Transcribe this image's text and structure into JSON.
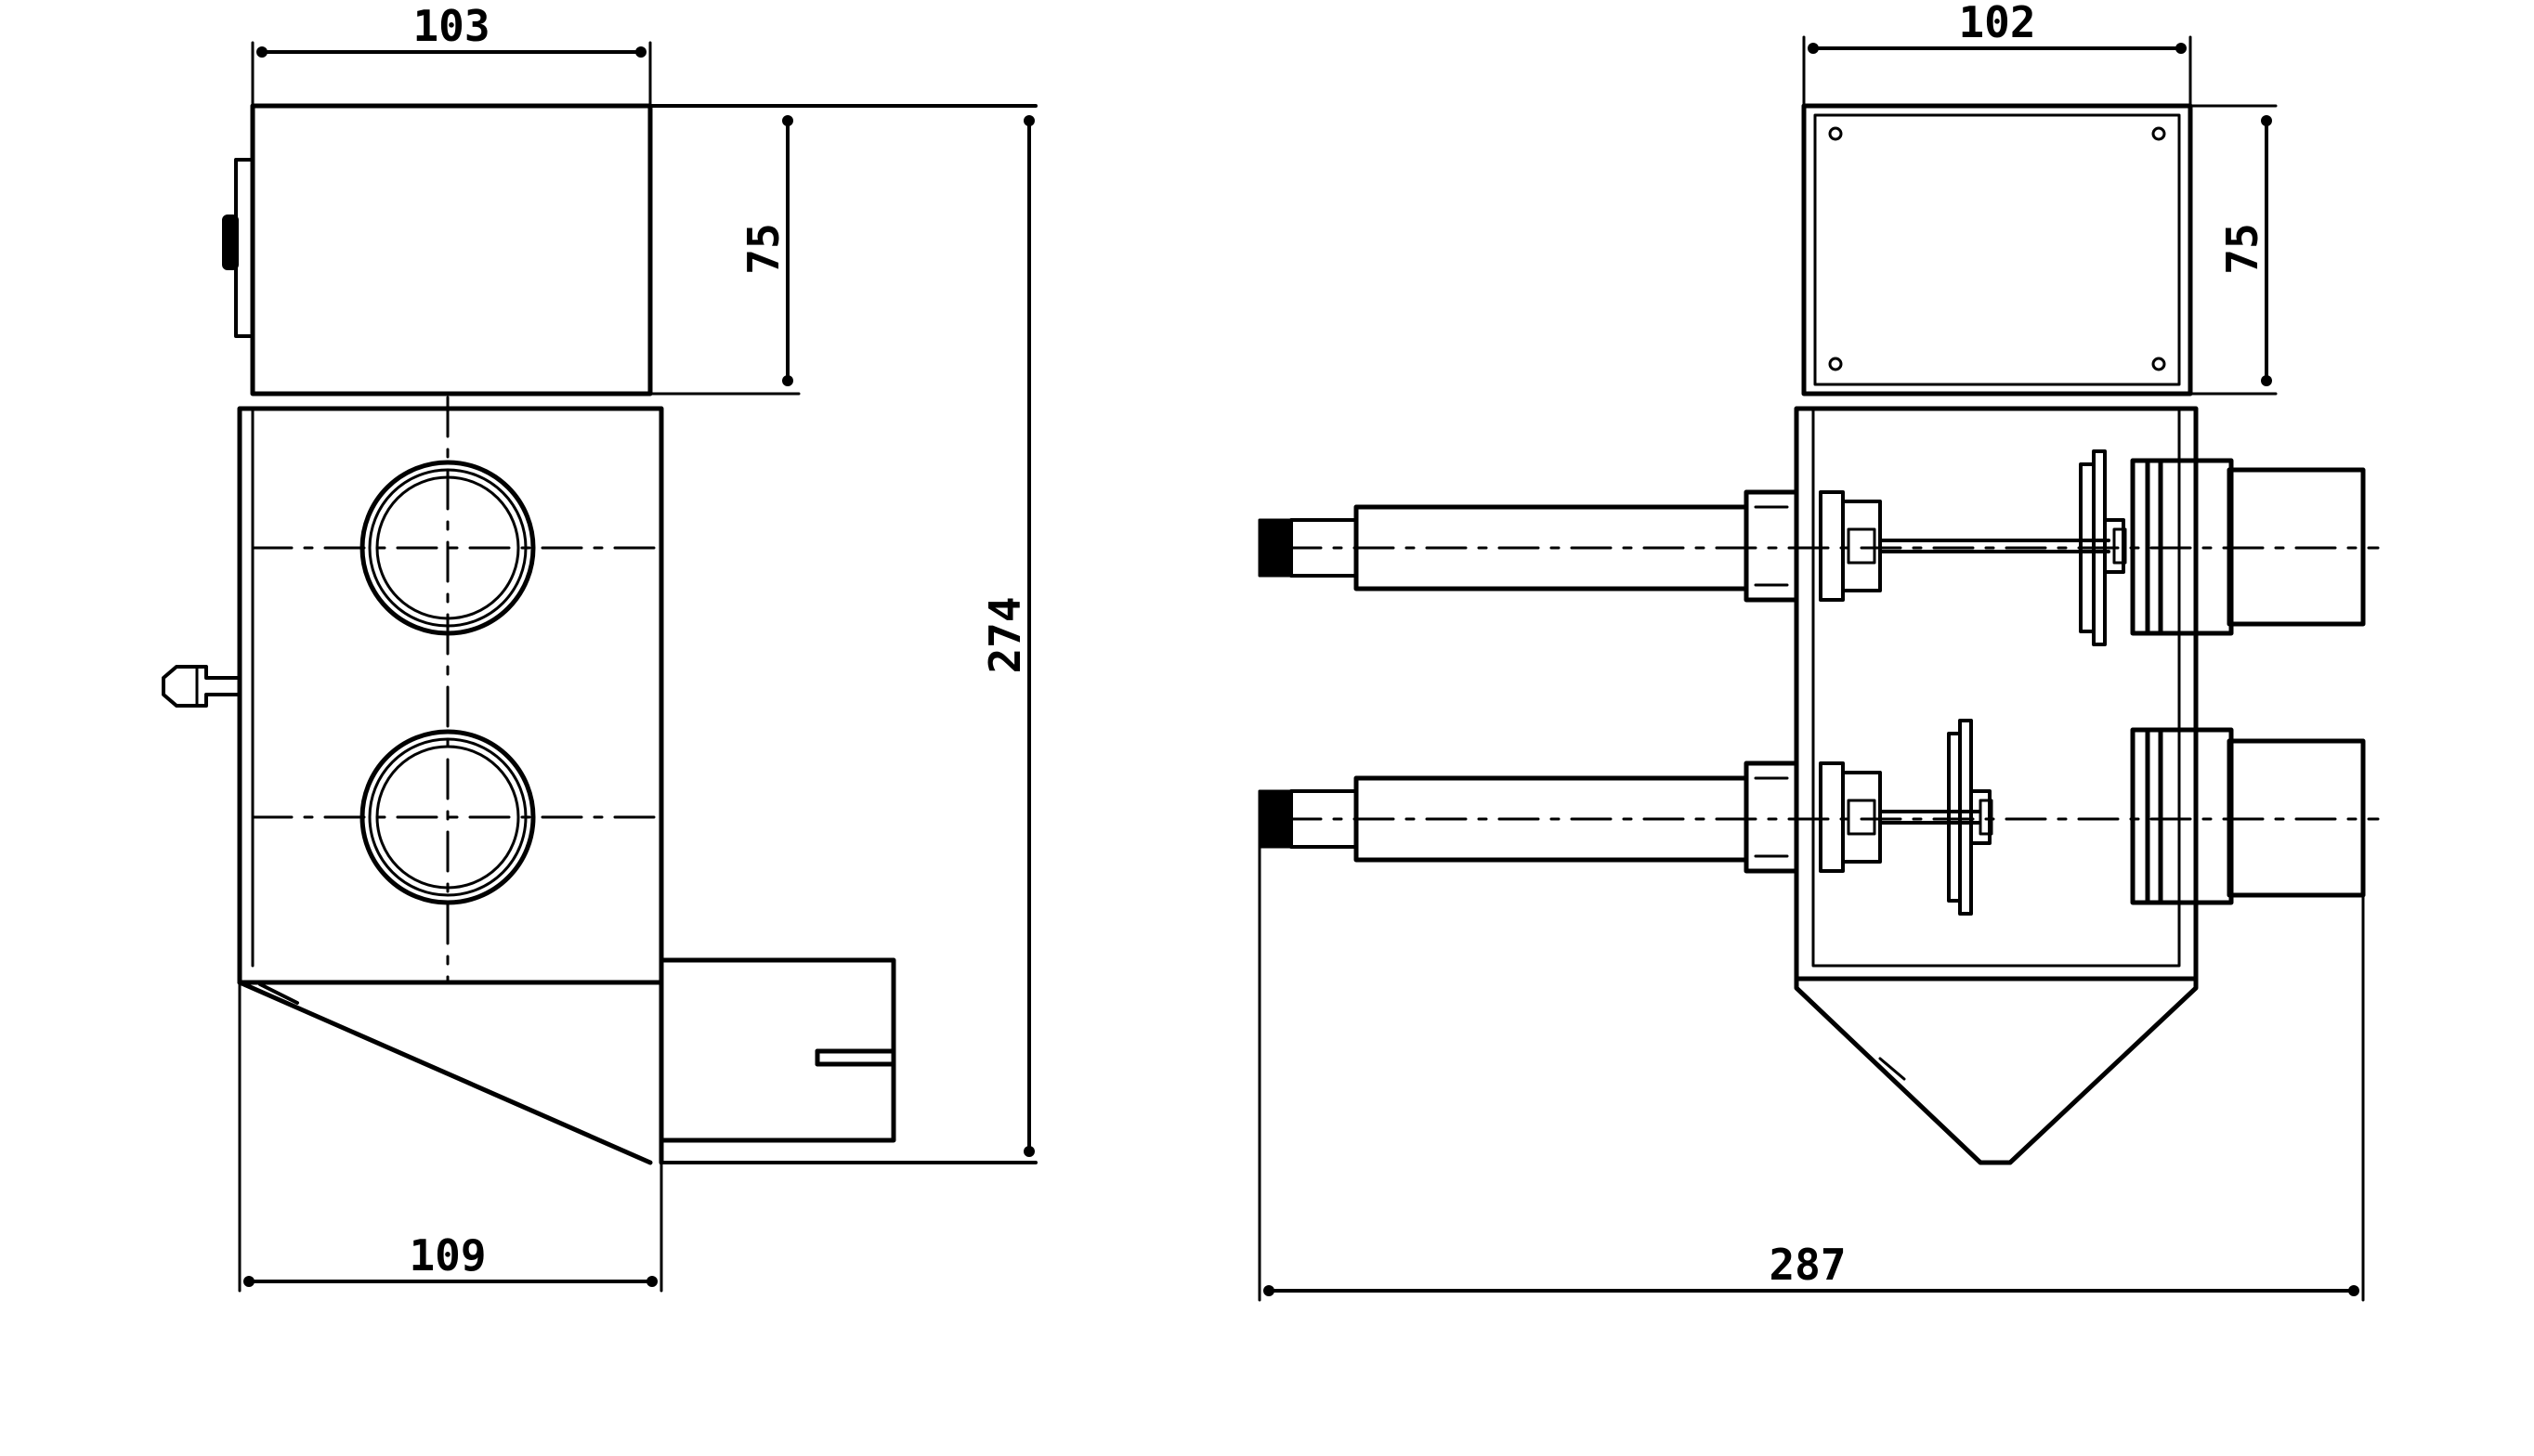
{
  "drawing": {
    "side_view": {
      "dimensions": {
        "top_width": "103",
        "top_height": "75",
        "total_height": "274",
        "bottom_width": "109"
      }
    },
    "front_view": {
      "dimensions": {
        "top_width": "102",
        "top_height": "75",
        "total_width": "287"
      }
    }
  },
  "colors": {
    "line": "#000000",
    "background": "#ffffff",
    "dim_fill": "#222222"
  }
}
